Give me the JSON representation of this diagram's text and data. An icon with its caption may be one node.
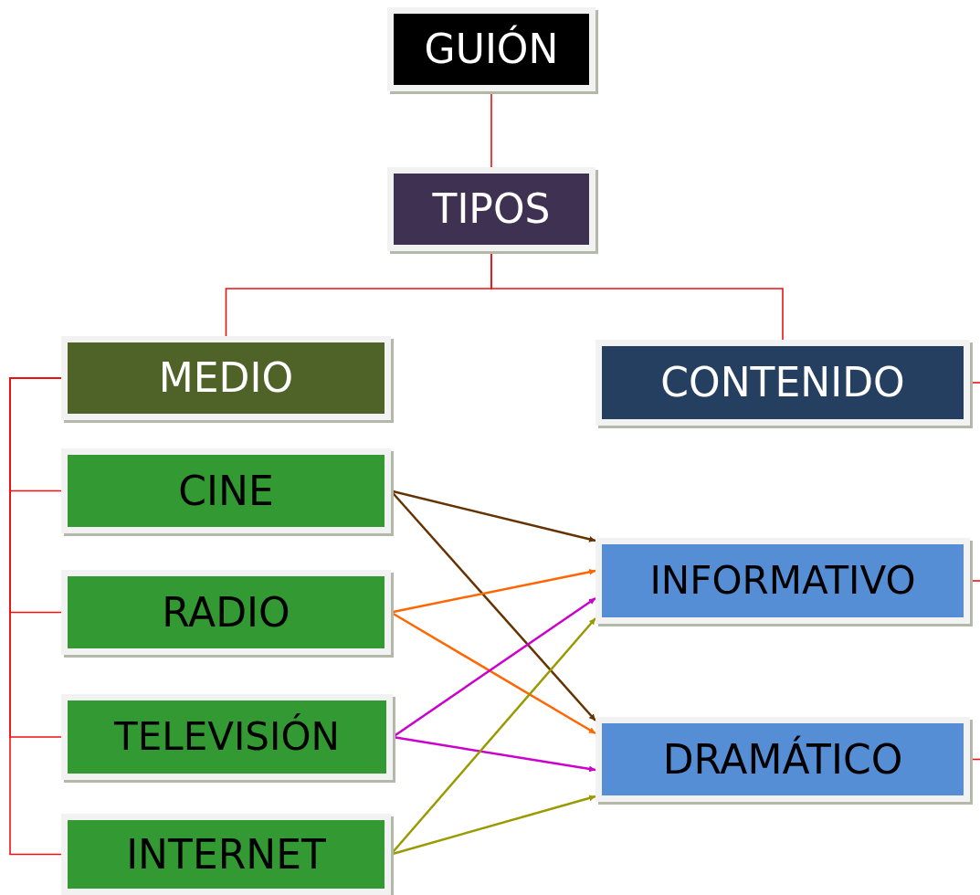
{
  "diagram": {
    "nodes": [
      {
        "text": [
          "GUIÓN"
        ]
      },
      {
        "text": [
          "TIPOS"
        ]
      },
      {
        "text": [
          "MEDIO"
        ]
      },
      {
        "text": [
          "CONTENIDO"
        ]
      },
      {
        "text": [
          "CINE"
        ]
      },
      {
        "text": [
          "RADIO"
        ]
      },
      {
        "text": [
          "TELEVISIÓN"
        ]
      },
      {
        "text": [
          "INTERNET"
        ]
      },
      {
        "text": [
          "INFORMATIVO"
        ]
      },
      {
        "text": [
          "DRAMÁTICO"
        ]
      }
    ],
    "edges": [
      {
        "from": 0,
        "to": 1,
        "arrow": "none"
      },
      {
        "from": 1,
        "to": 2,
        "arrow": "none"
      },
      {
        "from": 1,
        "to": 3,
        "arrow": "none"
      },
      {
        "from": 2,
        "to": 4,
        "arrow": "none"
      },
      {
        "from": 2,
        "to": 5,
        "arrow": "none"
      },
      {
        "from": 2,
        "to": 6,
        "arrow": "none"
      },
      {
        "from": 2,
        "to": 7,
        "arrow": "none"
      },
      {
        "from": 3,
        "to": null,
        "arrow": "none"
      },
      {
        "from": 8,
        "to": null,
        "arrow": "none"
      },
      {
        "from": 9,
        "to": null,
        "arrow": "none"
      },
      {
        "from": 4,
        "to": 8,
        "arrow": "to",
        "color": "#663300"
      },
      {
        "from": 4,
        "to": 9,
        "arrow": "to",
        "color": "#663300"
      },
      {
        "from": 5,
        "to": 8,
        "arrow": "to",
        "color": "#ff6600"
      },
      {
        "from": 5,
        "to": 9,
        "arrow": "to",
        "color": "#ff6600"
      },
      {
        "from": 6,
        "to": 8,
        "arrow": "to",
        "color": "#cc00cc"
      },
      {
        "from": 6,
        "to": 9,
        "arrow": "to",
        "color": "#cc00cc"
      },
      {
        "from": 7,
        "to": 8,
        "arrow": "to",
        "color": "#999900"
      },
      {
        "from": 7,
        "to": 9,
        "arrow": "to",
        "color": "#999900"
      }
    ]
  }
}
